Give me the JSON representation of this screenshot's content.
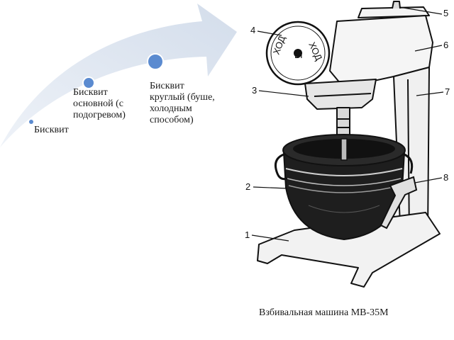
{
  "process": {
    "steps": [
      {
        "label": "Бисквит"
      },
      {
        "label": "Бисквит\nосновной (с\nподогревом)"
      },
      {
        "label": "Бисквит\nкруглый (буше,\nхолодным\nспособом)"
      }
    ]
  },
  "figure": {
    "caption": "Взбивальная машина МВ-35М",
    "dial_text": {
      "left": "ХОД",
      "right": "ХОД",
      "center": "Ы"
    },
    "parts": [
      "1",
      "2",
      "3",
      "4",
      "5",
      "6",
      "7",
      "8"
    ]
  },
  "colors": {
    "arrow_fill": "#dfe6f1",
    "dot_fill": "#5b8bd0",
    "dot_stroke": "#ffffff",
    "ink": "#1a1a1a"
  }
}
